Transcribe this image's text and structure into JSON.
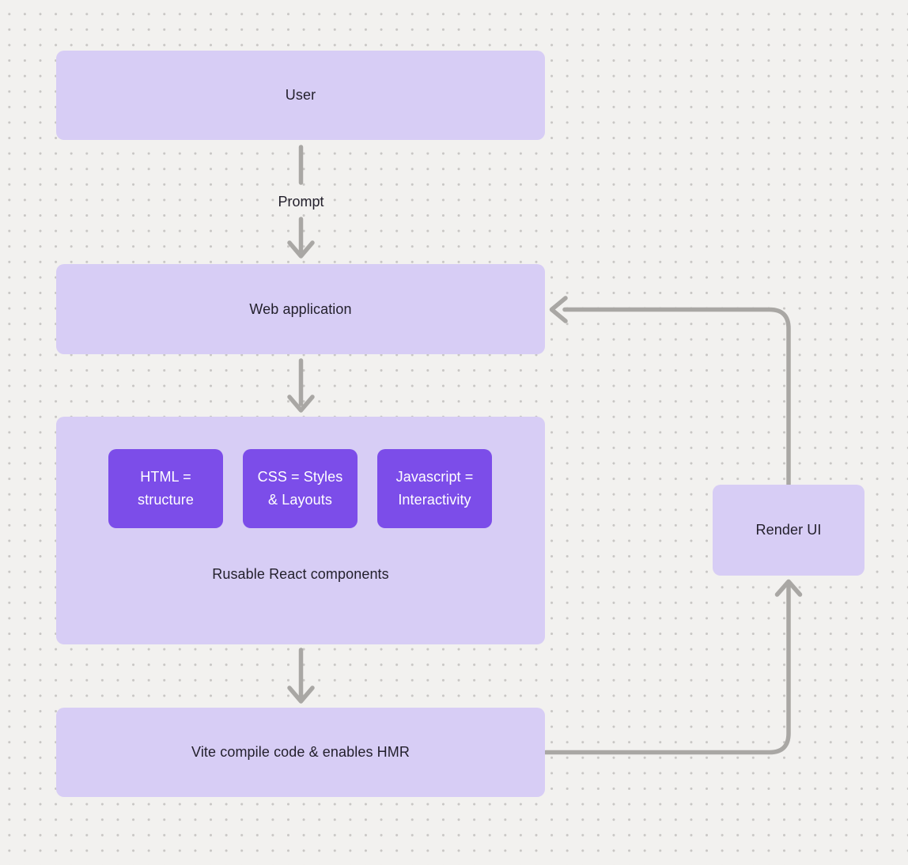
{
  "nodes": {
    "user": {
      "label": "User"
    },
    "web_application": {
      "label": "Web application"
    },
    "components_group": {
      "label": "Rusable React components",
      "children": [
        {
          "line1": "HTML =",
          "line2": "structure"
        },
        {
          "line1": "CSS = Styles",
          "line2": "& Layouts"
        },
        {
          "line1": "Javascript =",
          "line2": "Interactivity"
        }
      ]
    },
    "vite": {
      "label": "Vite compile code & enables HMR"
    },
    "render_ui": {
      "label": "Render UI"
    }
  },
  "edges": {
    "prompt_label": "Prompt"
  },
  "colors": {
    "background": "#f2f1ef",
    "dot": "#c8c6c4",
    "node_fill": "#d7cdf5",
    "chip_fill": "#7c4de9",
    "arrow": "#a9a7a4",
    "text_dark": "#221f2b",
    "text_light": "#ffffff"
  }
}
